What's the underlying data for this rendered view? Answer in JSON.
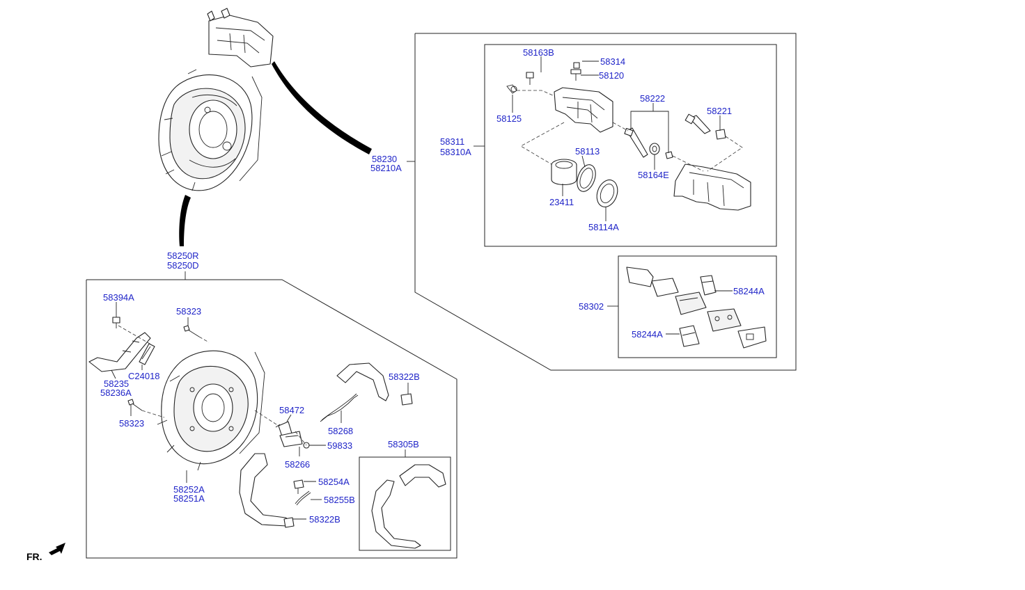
{
  "labels": {
    "l58163B": "58163B",
    "l58314": "58314",
    "l58120": "58120",
    "l58125": "58125",
    "l58222": "58222",
    "l58221": "58221",
    "l58311": "58311",
    "l58310A": "58310A",
    "l58113": "58113",
    "l58164E": "58164E",
    "l23411": "23411",
    "l58114A": "58114A",
    "l58230": "58230",
    "l58210A": "58210A",
    "l58302": "58302",
    "l58244A_1": "58244A",
    "l58244A_2": "58244A",
    "l58250R": "58250R",
    "l58250D": "58250D",
    "l58394A": "58394A",
    "l58323_1": "58323",
    "l58235": "58235",
    "l58236A": "58236A",
    "lC24018": "C24018",
    "l58323_2": "58323",
    "l58322B_1": "58322B",
    "l58472": "58472",
    "l58268": "58268",
    "l59833": "59833",
    "l58266": "58266",
    "l58305B": "58305B",
    "l58254A": "58254A",
    "l58255B": "58255B",
    "l58322B_2": "58322B",
    "l58252A": "58252A",
    "l58251A": "58251A"
  },
  "footer": {
    "fr_label": "FR."
  },
  "colors": {
    "label": "#1f24c8",
    "line": "#222222",
    "background": "#ffffff"
  },
  "icons": {
    "direction": "arrow-icon"
  }
}
